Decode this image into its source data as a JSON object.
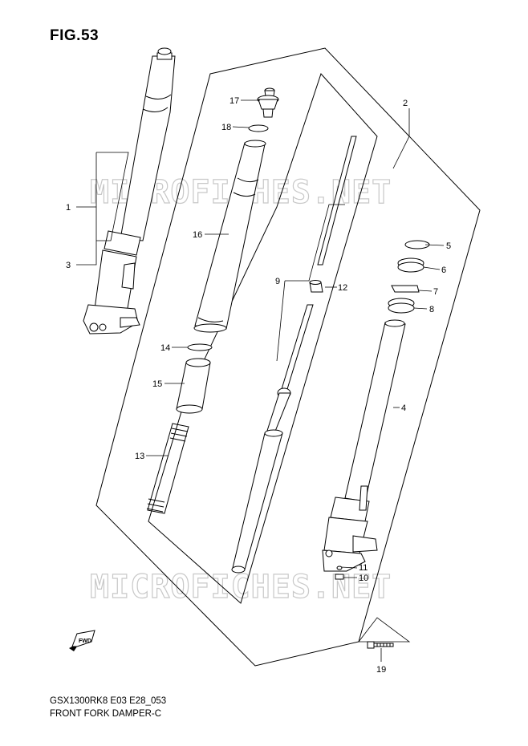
{
  "figure": {
    "title": "FIG.53",
    "code": "GSX1300RK8 E03 E28_053",
    "name": "FRONT FORK DAMPER-C",
    "watermark": "MICROFICHES.NET"
  },
  "callouts": [
    "1",
    "2",
    "3",
    "4",
    "5",
    "6",
    "7",
    "8",
    "9",
    "10",
    "11",
    "12",
    "13",
    "14",
    "15",
    "16",
    "17",
    "18",
    "19"
  ],
  "icons": {
    "front_arrow": "fwd-arrow-icon",
    "front_arrow_label": "FWD"
  },
  "colors": {
    "line": "#000000",
    "watermark_outline": "#c8c8c8",
    "background": "#ffffff"
  }
}
